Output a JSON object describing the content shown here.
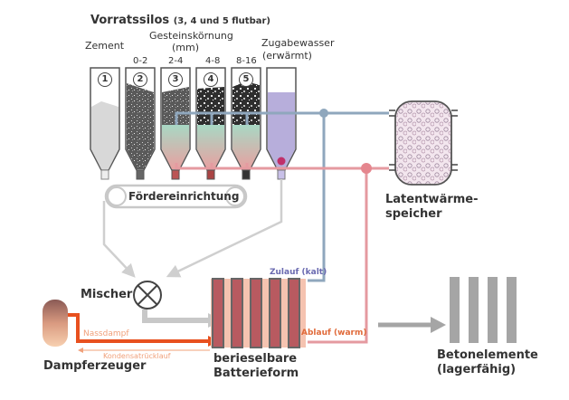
{
  "title": "Vorratssilos",
  "title_note": "(3, 4 und 5 flutbar)",
  "labels": {
    "zement": "Zement",
    "gesteinskoernung": "Gesteinskörnung",
    "mm": "(mm)",
    "zugabewasser": "Zugabewasser",
    "erwaermt": "(erwärmt)",
    "foerdereinrichtung": "Fördereinrichtung",
    "latentwaerme_1": "Latentwärme-",
    "latentwaerme_2": "speicher",
    "mischer": "Mischer",
    "dampferzeuger": "Dampferzeuger",
    "nassdampf": "Nassdampf",
    "kondensat": "Kondensatrücklauf",
    "zulauf": "Zulauf (kalt)",
    "ablauf": "Ablauf (warm)",
    "batterie_1": "berieselbare",
    "batterie_2": "Batterieform",
    "beton_1": "Betonelemente",
    "beton_2": "(lagerfähig)"
  },
  "silos": [
    {
      "number": "1",
      "grain": ""
    },
    {
      "number": "2",
      "grain": "0-2"
    },
    {
      "number": "3",
      "grain": "2-4"
    },
    {
      "number": "4",
      "grain": "4-8"
    },
    {
      "number": "5",
      "grain": "8-16"
    },
    {
      "number": "",
      "grain": ""
    }
  ],
  "colors": {
    "cold_pipe": "#8fa7bd",
    "warm_pipe": "#e59aa0",
    "steam": "#e8501e",
    "condensate": "#f0a07a",
    "water": "#b7aedb",
    "gray_flow": "#c8c8c8",
    "mold_bar": "#b85a60",
    "mold_bg": "#f5c3b0",
    "concrete": "#a5a5a5",
    "zulauf_text": "#6a6ab0",
    "ablauf_text": "#e06a3a"
  }
}
